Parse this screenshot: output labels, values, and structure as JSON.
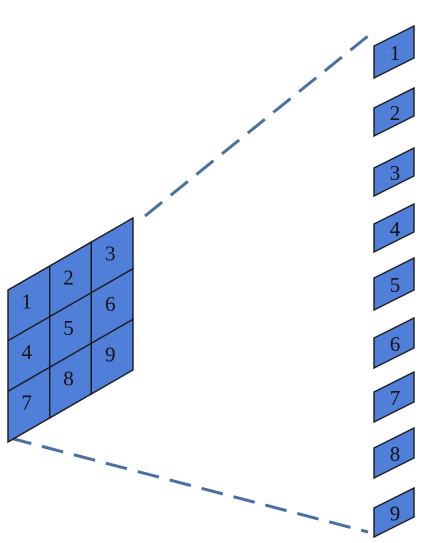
{
  "diagram": {
    "grid_labels": [
      "1",
      "2",
      "3",
      "4",
      "5",
      "6",
      "7",
      "8",
      "9"
    ],
    "column_labels": [
      "1",
      "2",
      "3",
      "4",
      "5",
      "6",
      "7",
      "8",
      "9"
    ],
    "colors": {
      "cell_fill": "#4f7fd8",
      "cell_stroke": "#1a1a1a",
      "connector": "#4a6fa5"
    }
  }
}
